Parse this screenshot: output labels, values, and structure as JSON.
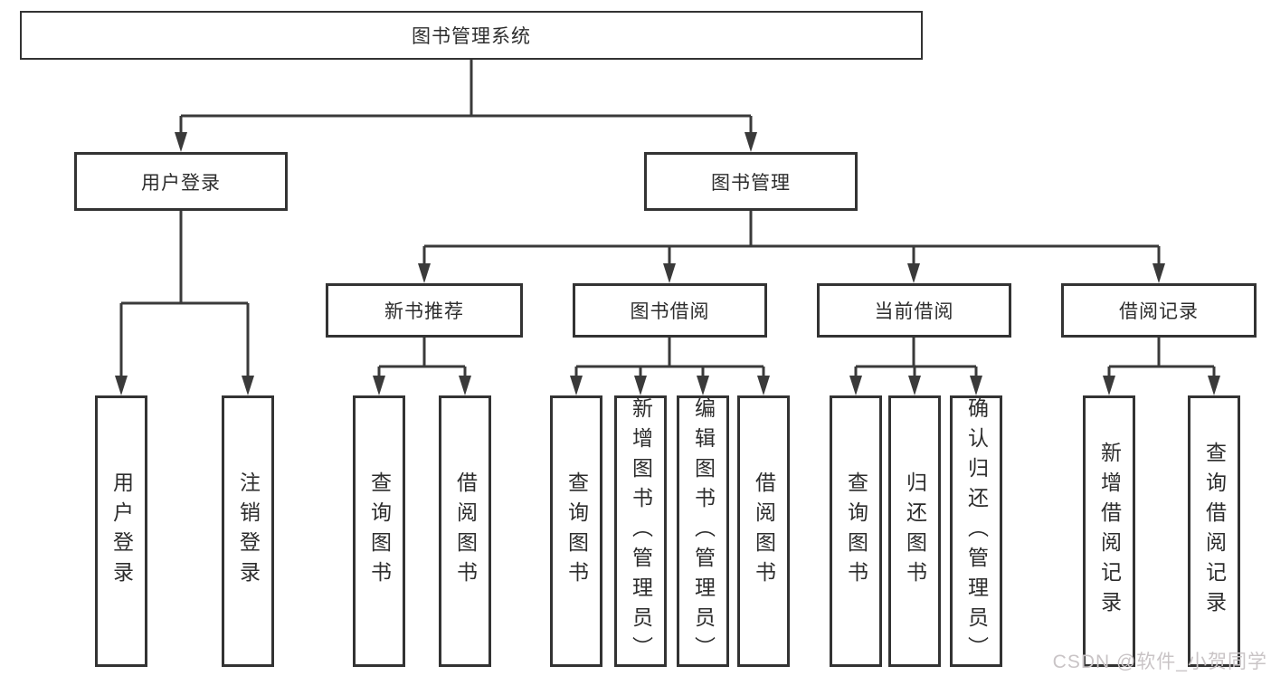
{
  "diagram": {
    "title": "图书管理系统",
    "root": {
      "label": "图书管理系统"
    },
    "level2": [
      {
        "id": "user-login",
        "label": "用户登录"
      },
      {
        "id": "book-management",
        "label": "图书管理"
      }
    ],
    "level3": [
      {
        "id": "new-book-recommend",
        "label": "新书推荐",
        "parent": "book-management"
      },
      {
        "id": "book-borrow",
        "label": "图书借阅",
        "parent": "book-management"
      },
      {
        "id": "current-borrow",
        "label": "当前借阅",
        "parent": "book-management"
      },
      {
        "id": "borrow-records",
        "label": "借阅记录",
        "parent": "book-management"
      }
    ],
    "leaves": [
      {
        "id": "user-login-leaf",
        "label": "用户登录",
        "parent": "user-login"
      },
      {
        "id": "logout",
        "label": "注销登录",
        "parent": "user-login"
      },
      {
        "id": "query-books-1",
        "label": "查询图书",
        "parent": "new-book-recommend"
      },
      {
        "id": "borrow-books-1",
        "label": "借阅图书",
        "parent": "new-book-recommend"
      },
      {
        "id": "query-books-2",
        "label": "查询图书",
        "parent": "book-borrow"
      },
      {
        "id": "add-book-admin",
        "label": "新增图书（管理员）",
        "parent": "book-borrow"
      },
      {
        "id": "edit-book-admin",
        "label": "编辑图书（管理员）",
        "parent": "book-borrow"
      },
      {
        "id": "borrow-books-2",
        "label": "借阅图书",
        "parent": "book-borrow"
      },
      {
        "id": "query-books-3",
        "label": "查询图书",
        "parent": "current-borrow"
      },
      {
        "id": "return-books",
        "label": "归还图书",
        "parent": "current-borrow"
      },
      {
        "id": "confirm-return-admin",
        "label": "确认归还（管理员）",
        "parent": "current-borrow"
      },
      {
        "id": "add-borrow-record",
        "label": "新增借阅记录",
        "parent": "borrow-records"
      },
      {
        "id": "query-borrow-record",
        "label": "查询借阅记录",
        "parent": "borrow-records"
      }
    ],
    "colors": {
      "line": "#3a3a3a",
      "box_border": "#333333",
      "text": "#2d2d2d",
      "background": "#ffffff",
      "watermark": "#c9c4c6"
    }
  },
  "watermark": {
    "text": "CSDN @软件_小贺同学"
  }
}
